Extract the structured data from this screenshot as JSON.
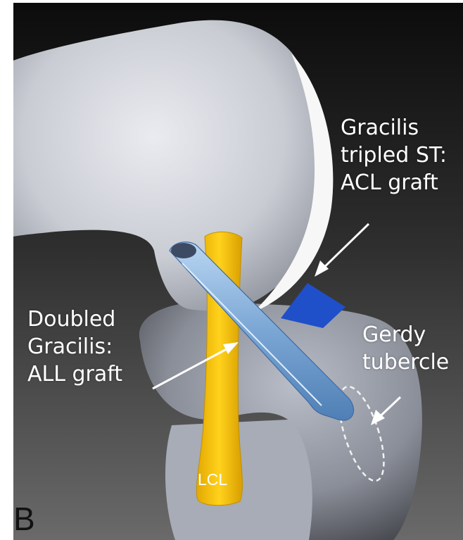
{
  "figure": {
    "panel_letter": "B",
    "labels": {
      "acl_graft": [
        "Gracilis",
        "tripled ST:",
        "ACL graft"
      ],
      "all_graft": [
        "Doubled",
        "Gracilis:",
        "ALL graft"
      ],
      "gerdy": [
        "Gerdy",
        "tubercle"
      ],
      "lcl": "LCL"
    }
  }
}
